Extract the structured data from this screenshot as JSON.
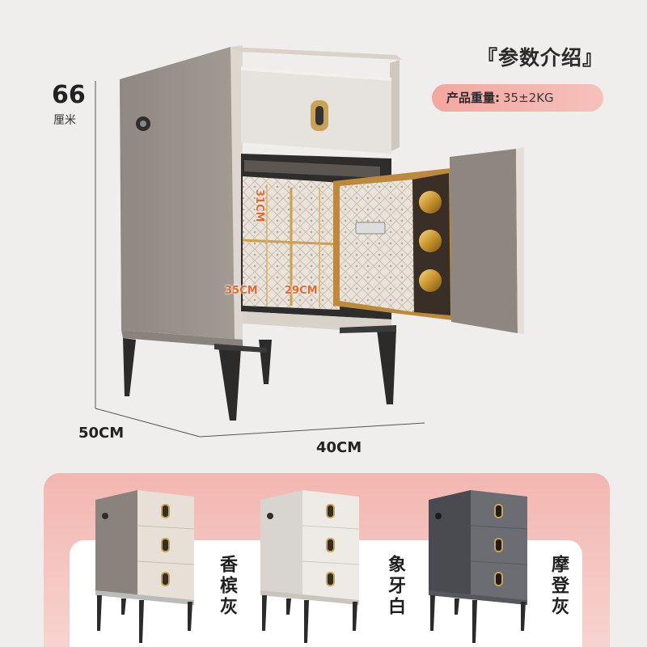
{
  "header": {
    "title": "『参数介绍』",
    "weight_label": "产品重量:",
    "weight_value": "35±2KG"
  },
  "dimensions": {
    "height_value": "66",
    "height_unit": "厘米",
    "depth": "50CM",
    "width": "40CM"
  },
  "safe_inner": {
    "height": "31CM",
    "width": "35CM",
    "depth": "29CM"
  },
  "colors": {
    "accent": "#e8652b",
    "pill": "#f3a79f"
  },
  "variants": [
    {
      "name": "香槟灰"
    },
    {
      "name": "象牙白"
    },
    {
      "name": "摩登灰"
    }
  ]
}
